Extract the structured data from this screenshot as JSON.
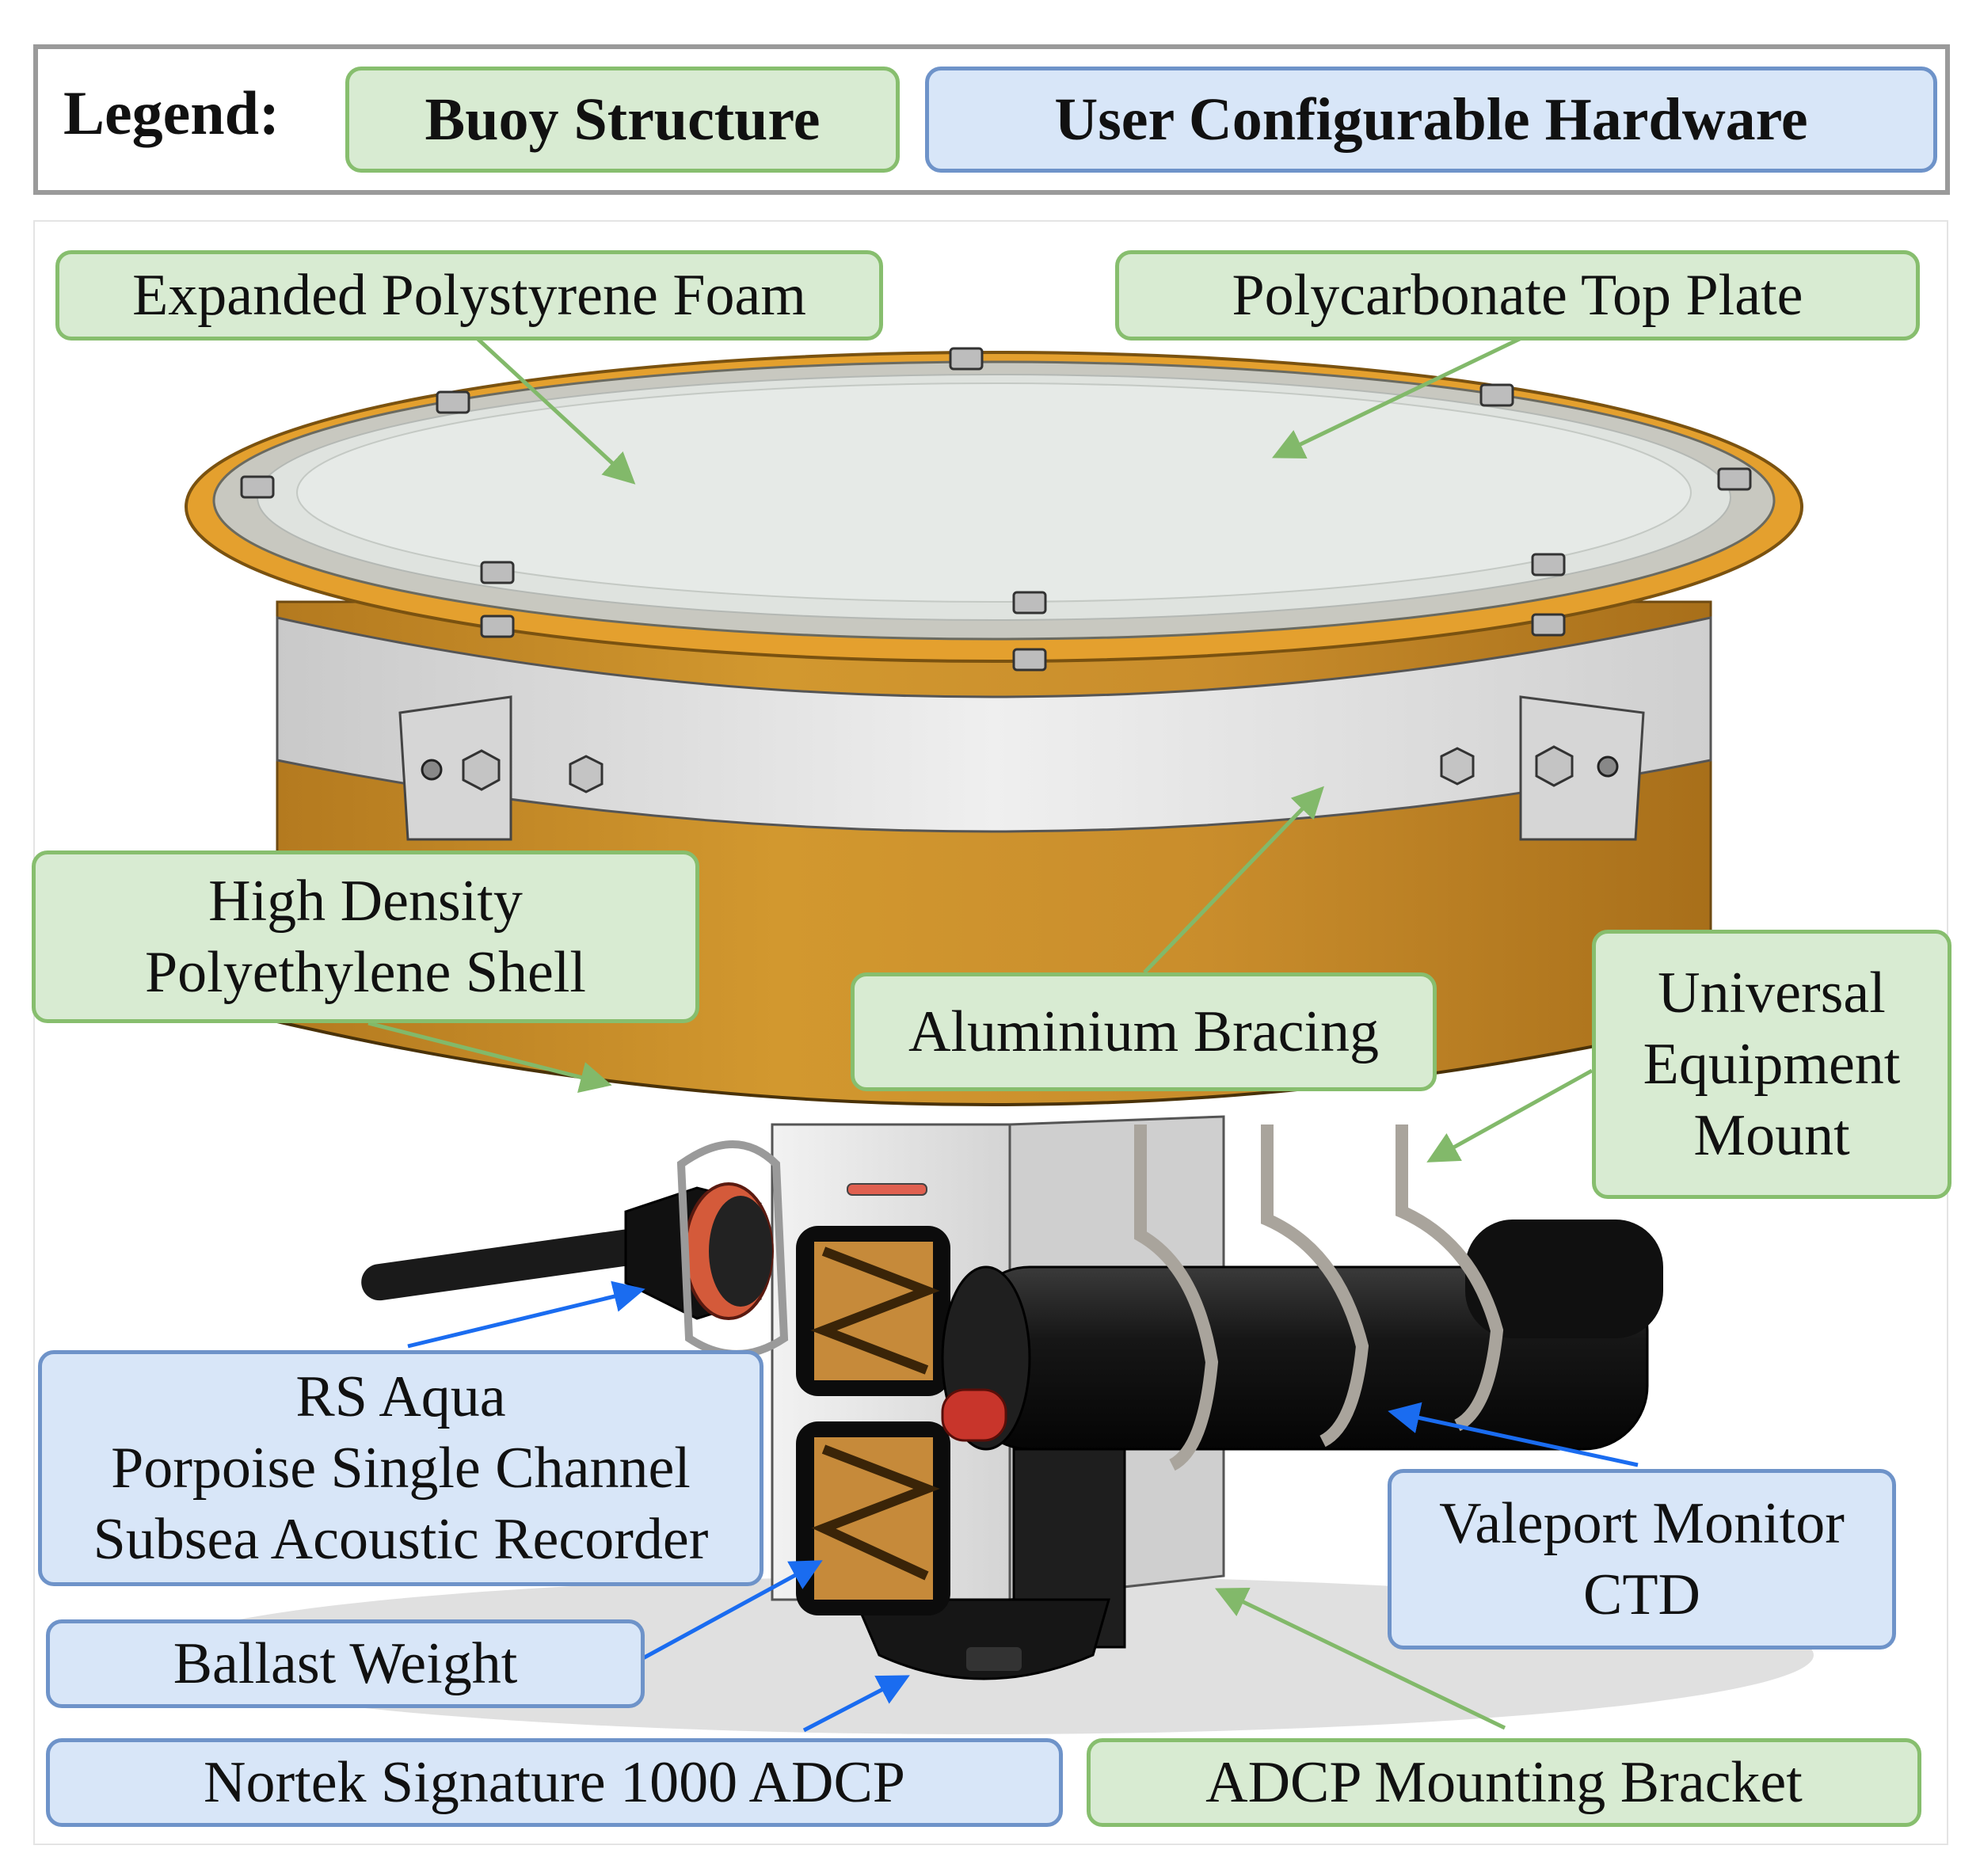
{
  "legend": {
    "title": "Legend:",
    "buoy_structure": "Buoy Structure",
    "user_hardware": "User Configurable Hardware"
  },
  "labels": {
    "eps_foam": "Expanded Polystyrene Foam",
    "top_plate": "Polycarbonate Top Plate",
    "hdpe_line1": "High Density",
    "hdpe_line2": "Polyethylene Shell",
    "bracing": "Aluminium Bracing",
    "uem_line1": "Universal",
    "uem_line2": "Equipment",
    "uem_line3": "Mount",
    "rs_line1": "RS Aqua",
    "rs_line2": "Porpoise Single Channel",
    "rs_line3": "Subsea Acoustic Recorder",
    "ballast": "Ballast Weight",
    "valeport_line1": "Valeport Monitor",
    "valeport_line2": "CTD",
    "nortek": "Nortek Signature 1000 ADCP",
    "adcp_bracket": "ADCP Mounting Bracket"
  },
  "colors": {
    "structure_fill": "#d8ebd2",
    "structure_border": "#87be6e",
    "hardware_fill": "#d8e6f8",
    "hardware_border": "#6e93c9",
    "structure_arrow": "#82b96a",
    "hardware_arrow": "#1a6cf0",
    "shell": "#c98d2c",
    "top_plate": "#dfe3df"
  }
}
